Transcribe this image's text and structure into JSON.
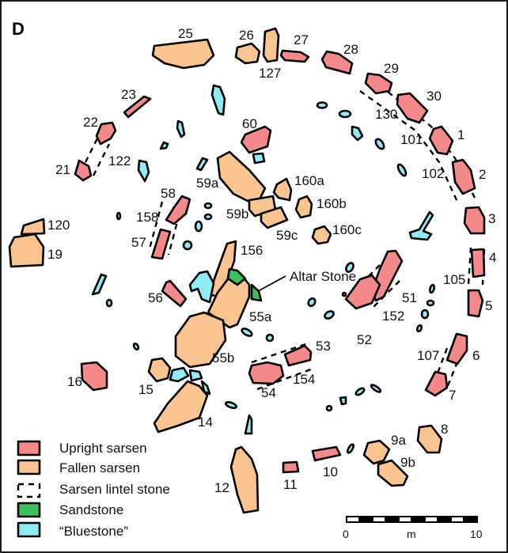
{
  "panel_label": "D",
  "colors": {
    "upright": "#f4898c",
    "fallen": "#f9c48f",
    "sandstone": "#3cbf5c",
    "bluestone": "#8fecf5",
    "outline": "#000000"
  },
  "legend": [
    {
      "key": "upright",
      "label": "Upright sarsen"
    },
    {
      "key": "fallen",
      "label": "Fallen sarsen"
    },
    {
      "key": "lintel",
      "label": "Sarsen lintel stone"
    },
    {
      "key": "sandstone",
      "label": "Sandstone"
    },
    {
      "key": "bluestone",
      "label": "“Bluestone”"
    }
  ],
  "annotation": {
    "altar_stone": "Altar Stone"
  },
  "scale_bar": {
    "start": "0",
    "unit": "m",
    "end": "10"
  },
  "stone_labels": {
    "s1": "1",
    "s2": "2",
    "s3": "3",
    "s4": "4",
    "s5": "5",
    "s6": "6",
    "s7": "7",
    "s8": "8",
    "s9a": "9a",
    "s9b": "9b",
    "s10": "10",
    "s11": "11",
    "s12": "12",
    "s14": "14",
    "s15": "15",
    "s16": "16",
    "s19": "19",
    "s21": "21",
    "s22": "22",
    "s23": "23",
    "s25": "25",
    "s26": "26",
    "s27": "27",
    "s28": "28",
    "s29": "29",
    "s30": "30",
    "s51": "51",
    "s52": "52",
    "s53": "53",
    "s54": "54",
    "s55a": "55a",
    "s55b": "55b",
    "s56": "56",
    "s57": "57",
    "s58": "58",
    "s59a": "59a",
    "s59b": "59b",
    "s59c": "59c",
    "s60": "60",
    "s101": "101",
    "s102": "102",
    "s105": "105",
    "s107": "107",
    "s120": "120",
    "s122": "122",
    "s127": "127",
    "s130": "130",
    "s152": "152",
    "s154": "154",
    "s156": "156",
    "s158": "158",
    "s160a": "160a",
    "s160b": "160b",
    "s160c": "160c"
  }
}
